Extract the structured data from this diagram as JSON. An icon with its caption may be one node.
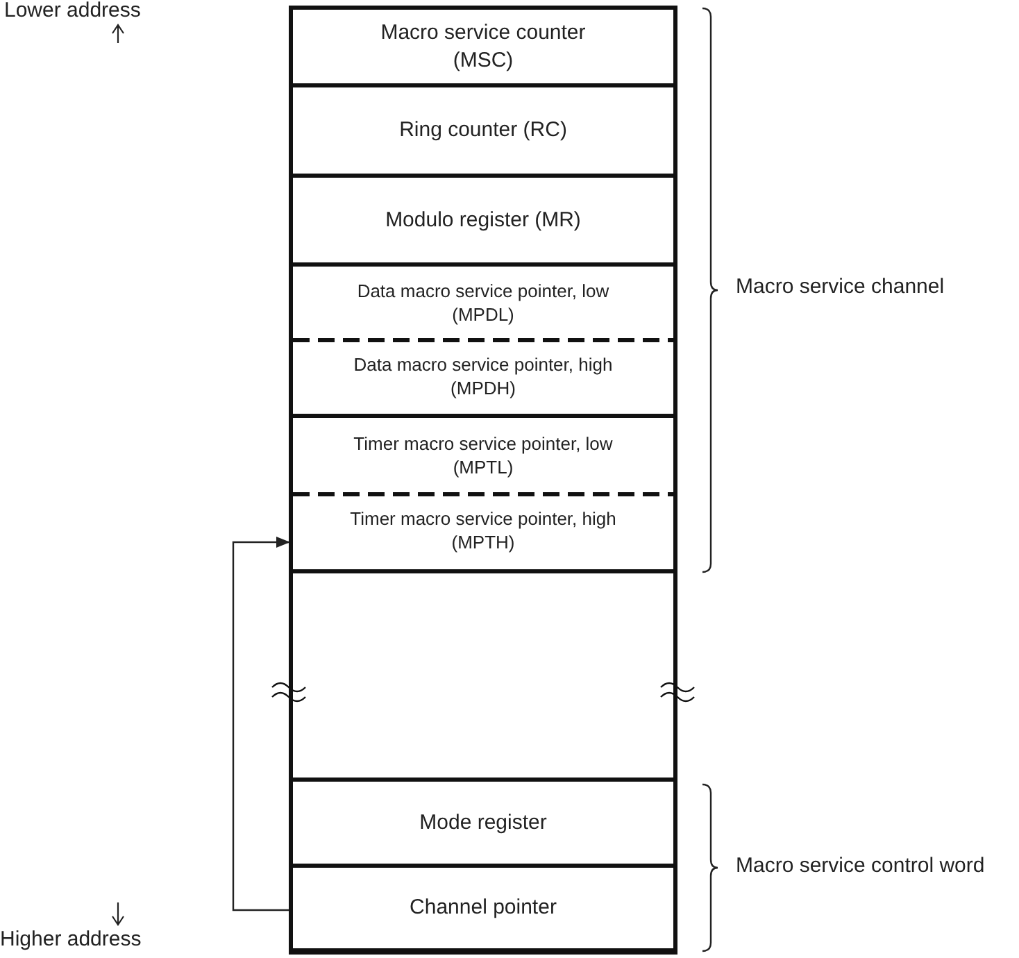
{
  "diagram": {
    "nodes": [
      {
        "text": [
          "Macro service counter (MSC)"
        ]
      },
      {
        "text": [
          "Ring counter (RC)"
        ]
      },
      {
        "text": [
          "Modulo register (MR)"
        ]
      },
      {
        "text": [
          "Data macro service pointer, low (MPDL)"
        ]
      },
      {
        "text": [
          "Data macro service pointer, high (MPDH)"
        ]
      },
      {
        "text": [
          "Timer macro service pointer, low (MPTL)"
        ]
      },
      {
        "text": [
          "Timer macro service pointer, high (MPTH)"
        ]
      },
      {
        "text": [],
        "shape": "box"
      },
      {
        "text": [
          "Mode register"
        ]
      },
      {
        "text": [
          "Channel pointer"
        ]
      }
    ],
    "edges": [
      {
        "from": 9,
        "to": 6,
        "arrow": "to"
      }
    ],
    "labels": [
      "Lower address",
      "Macro service channel",
      "Macro service control word",
      "Higher address"
    ]
  }
}
